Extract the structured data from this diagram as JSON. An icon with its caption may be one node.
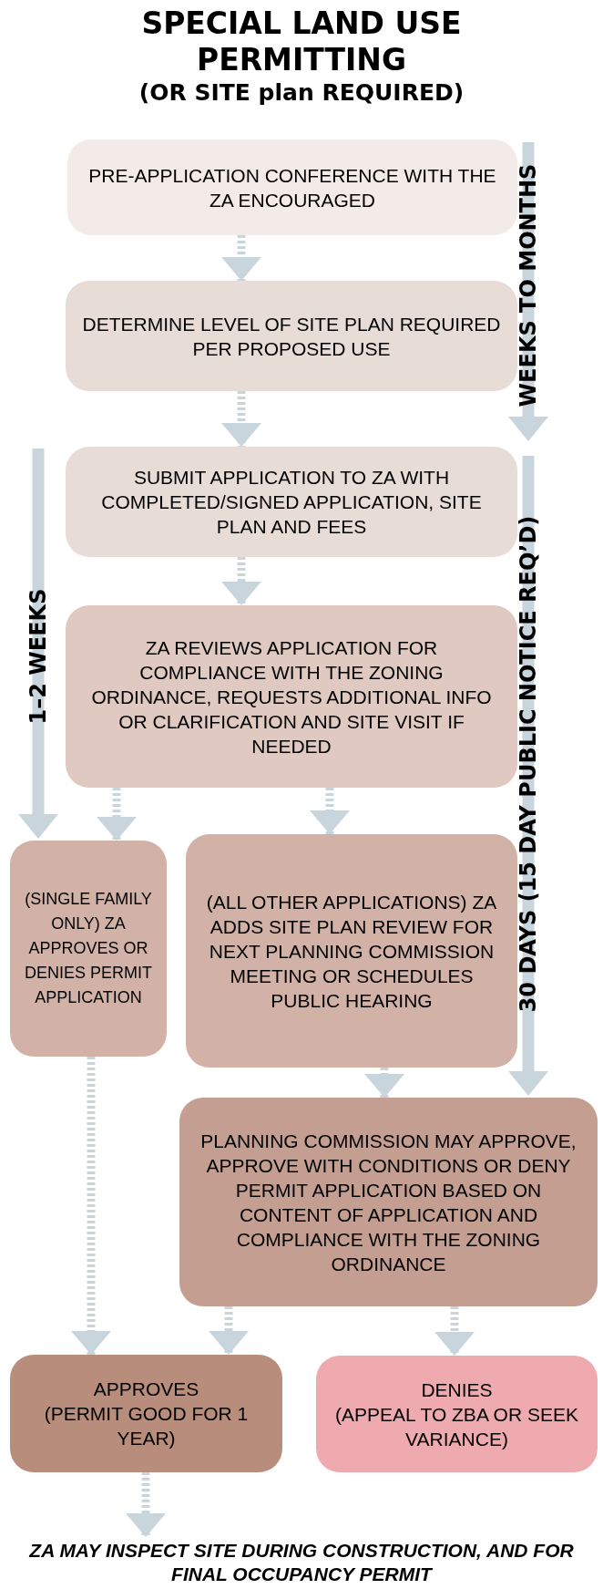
{
  "diagram": {
    "title": "SPECIAL LAND USE PERMITTING",
    "nodes": [
      {
        "text": [
          "PRE-APPLICATION CONFERENCE WITH THE ZA ENCOURAGED"
        ]
      },
      {
        "text": [
          "DETERMINE LEVEL OF SITE PLAN REQUIRED PER PROPOSED USE"
        ]
      },
      {
        "text": [
          "SUBMIT APPLICATION TO ZA WITH COMPLETED/SIGNED APPLICATION, SITE PLAN AND FEES"
        ]
      },
      {
        "text": [
          "ZA REVIEWS APPLICATION FOR COMPLIANCE WITH THE ZONING ORDINANCE, REQUESTS ADDITIONAL INFO OR CLARIFICATION AND SITE VISIT IF NEEDED"
        ]
      },
      {
        "text": [
          "(SINGLE FAMILY ONLY) ZA APPROVES OR DENIES PERMIT APPLICATION"
        ]
      },
      {
        "text": [
          "(ALL OTHER APPLICATIONS) ZA ADDS SITE PLAN REVIEW FOR NEXT PLANNING COMMISSION MEETING OR SCHEDULES PUBLIC HEARING"
        ]
      },
      {
        "text": [
          "PLANNING COMMISSION MAY APPROVE, APPROVE WITH CONDITIONS OR DENY PERMIT APPLICATION BASED ON CONTENT OF APPLICATION AND COMPLIANCE WITH THE ZONING ORDINANCE"
        ]
      },
      {
        "text": [
          "APPROVES",
          "(PERMIT GOOD FOR 1 YEAR)"
        ]
      },
      {
        "text": [
          "DENIES",
          "(APPEAL TO ZBA OR SEEK VARIANCE)"
        ]
      },
      {
        "text": [
          "ZA MAY INSPECT SITE DURING CONSTRUCTION, AND FOR FINAL OCCUPANCY PERMIT"
        ]
      }
    ],
    "edges": [
      {
        "from": 0,
        "to": 1,
        "arrow": "to",
        "style": "dashed"
      },
      {
        "from": 1,
        "to": 2,
        "arrow": "to",
        "style": "dashed"
      },
      {
        "from": 2,
        "to": 3,
        "arrow": "to",
        "style": "dashed"
      },
      {
        "from": 3,
        "to": 4,
        "arrow": "to",
        "style": "dashed"
      },
      {
        "from": 3,
        "to": 5,
        "arrow": "to",
        "style": "dashed"
      },
      {
        "from": 5,
        "to": 6,
        "arrow": "to",
        "style": "dashed"
      },
      {
        "from": 4,
        "to": 7,
        "arrow": "to",
        "style": "dashed"
      },
      {
        "from": 6,
        "to": 7,
        "arrow": "to",
        "style": "dashed"
      },
      {
        "from": 6,
        "to": 8,
        "arrow": "to",
        "style": "dashed"
      },
      {
        "from": 7,
        "to": 9,
        "arrow": "to",
        "style": "dashed"
      }
    ],
    "labels": [
      "(OR SITE plan REQUIRED)",
      "WEEKS TO MONTHS",
      "1–2 WEEKS",
      "30 DAYS (15 DAY PUBLIC NOTICE REQ’D)"
    ]
  }
}
